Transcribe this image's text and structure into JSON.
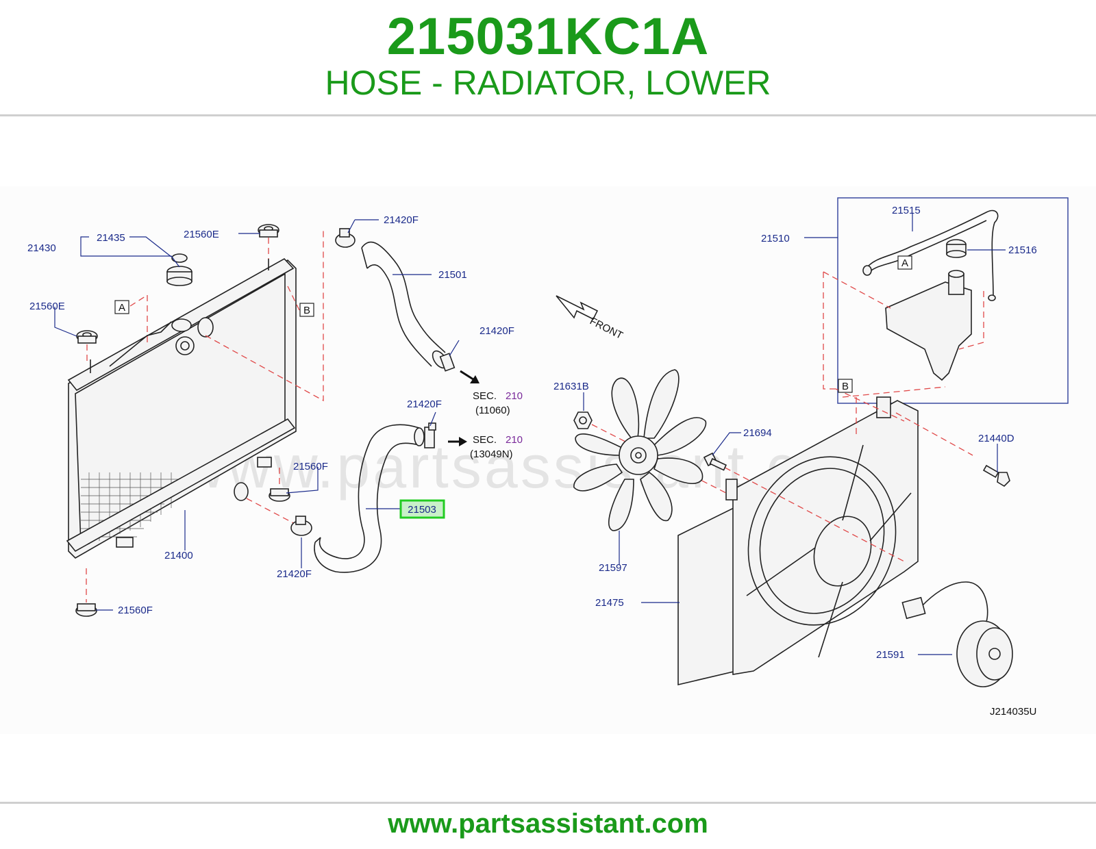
{
  "header": {
    "part_number": "215031KC1A",
    "part_name": "HOSE - RADIATOR, LOWER"
  },
  "footer": {
    "url": "www.partsassistant.com"
  },
  "diagram": {
    "watermark": "www.partsassistant.com",
    "drawing_code": "J214035U",
    "front_label": "FRONT",
    "highlighted_part": "21503",
    "callouts": {
      "c21430": "21430",
      "c21435": "21435",
      "c21560E_top": "21560E",
      "c21560E_left": "21560E",
      "c21420F_top": "21420F",
      "c21501": "21501",
      "c21420F_mid": "21420F",
      "c21420F_low": "21420F",
      "c21560F_mid": "21560F",
      "c21503": "21503",
      "c21400": "21400",
      "c21420F_bottom": "21420F",
      "c21560F_bottom": "21560F",
      "c21510": "21510",
      "c21515": "21515",
      "c21516": "21516",
      "c21631B": "21631B",
      "c21694": "21694",
      "c21440D": "21440D",
      "c21597": "21597",
      "c21475": "21475",
      "c21591": "21591"
    },
    "section_refs": [
      {
        "prefix": "SEC.",
        "number": "210",
        "code": "(11060)"
      },
      {
        "prefix": "SEC.",
        "number": "210",
        "code": "(13049N)"
      }
    ],
    "ref_markers": {
      "a_left": "A",
      "b_left": "B",
      "a_right": "A",
      "b_right": "B"
    },
    "colors": {
      "title_green": "#1a9a1a",
      "callout_blue": "#1a2a8a",
      "section_purple": "#7a2a9a",
      "dashed_red": "#e04848",
      "highlight_green": "#22cc22"
    }
  }
}
